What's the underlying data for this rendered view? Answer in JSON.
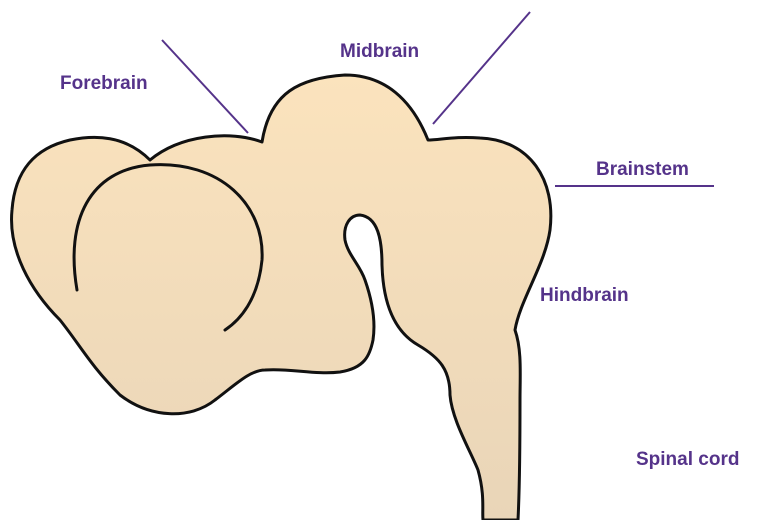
{
  "labels": {
    "forebrain": "Forebrain",
    "midbrain": "Midbrain",
    "brainstem": "Brainstem",
    "hindbrain": "Hindbrain",
    "spinal_cord": "Spinal cord"
  },
  "colors": {
    "label_text": "#55338a",
    "leader_line": "#55338a",
    "outline": "#111111",
    "fill_top": "#fbe3bd",
    "fill_bottom": "#e9d5b8",
    "background": "#ffffff"
  }
}
